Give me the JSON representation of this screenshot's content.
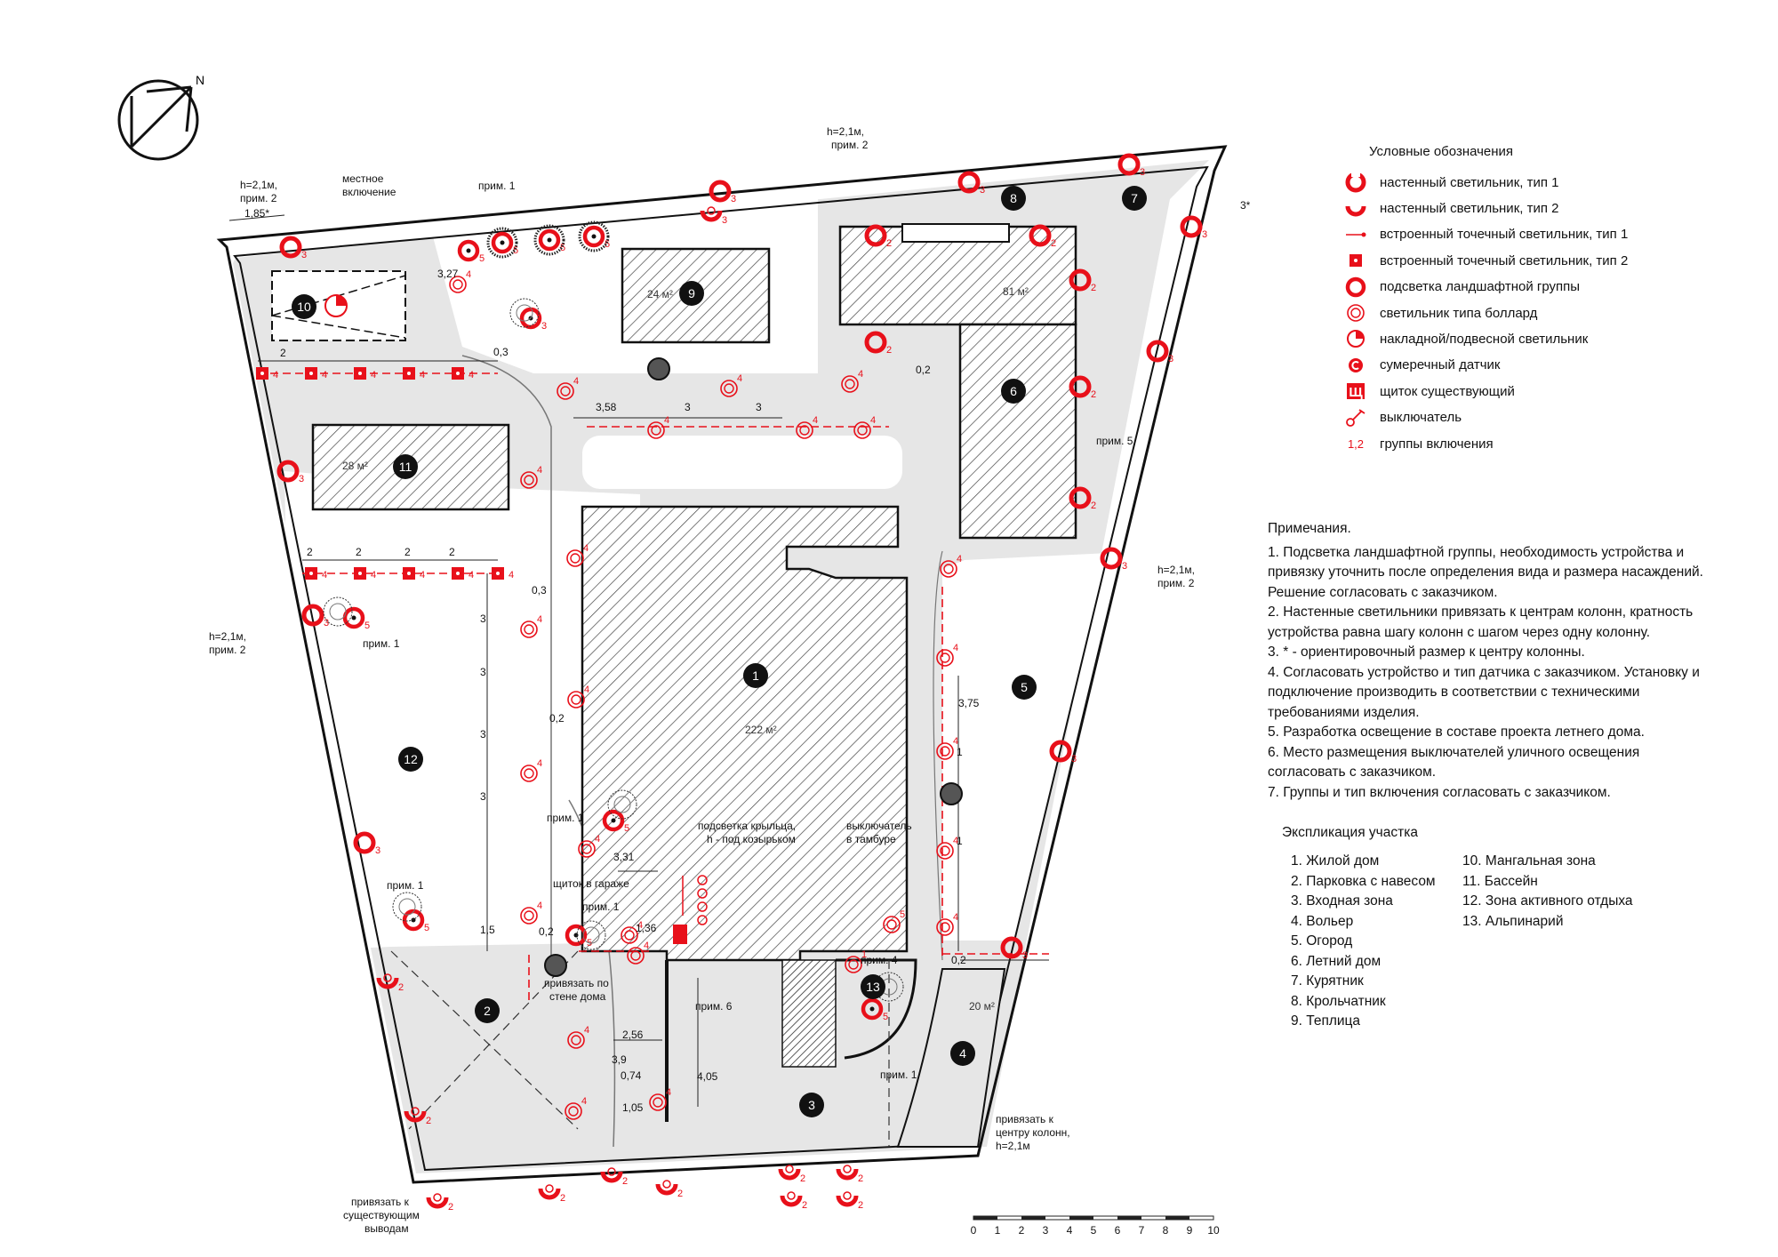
{
  "north": {
    "label": "N"
  },
  "zones": [
    {
      "num": "1",
      "area": "222 м²"
    },
    {
      "num": "2",
      "area": ""
    },
    {
      "num": "3",
      "area": ""
    },
    {
      "num": "4",
      "area": "20 м²"
    },
    {
      "num": "5",
      "area": ""
    },
    {
      "num": "6",
      "area": "81 м²"
    },
    {
      "num": "7",
      "area": ""
    },
    {
      "num": "8",
      "area": ""
    },
    {
      "num": "9",
      "area": "24 м²"
    },
    {
      "num": "10",
      "area": ""
    },
    {
      "num": "11",
      "area": "28 м²"
    },
    {
      "num": "12",
      "area": ""
    },
    {
      "num": "13",
      "area": ""
    }
  ],
  "callouts": {
    "h21_prim2": "h=2,1м,",
    "prim2": "прим. 2",
    "prim1": "прим. 1",
    "prim4": "прим. 4",
    "prim5": "прим. 5",
    "prim6": "прим. 6",
    "local_switch_1": "местное",
    "local_switch_2": "включение",
    "porch_1": "подсветка крыльца,",
    "porch_2": "h - под козырьком",
    "switch_1": "выключатель",
    "switch_2": "в тамбуре",
    "panel_garage": "щиток в гараже",
    "tie_wall_1": "привязать по",
    "tie_wall_2": "стене дома",
    "tie_col_1": "привязать к",
    "tie_col_2": "центру колонн,",
    "tie_col_3": "h=2,1м",
    "tie_exist_1": "привязать к",
    "tie_exist_2": "существующим",
    "tie_exist_3": "выводам",
    "h21m": "h=2,1м"
  },
  "dims": {
    "d185": "1,85*",
    "d327": "3,27",
    "d02": "0,2",
    "d03": "0,3",
    "d2": "2",
    "d3": "3",
    "d358": "3,58",
    "d375": "3,75",
    "d1": "1",
    "d15": "1,5",
    "d331": "3,31",
    "d136": "1,36",
    "d256": "2,56",
    "d39": "3,9",
    "d074": "0,74",
    "d105": "1,05",
    "d405": "4,05",
    "d3s": "3*"
  },
  "groups": [
    "1",
    "2",
    "3",
    "4",
    "5"
  ],
  "scale_ticks": [
    "0",
    "1",
    "2",
    "3",
    "4",
    "5",
    "6",
    "7",
    "8",
    "9",
    "10"
  ],
  "legend": {
    "title": "Условные обозначения",
    "items": [
      {
        "icon": "wall-light-type1-icon",
        "label": "настенный светильник, тип 1"
      },
      {
        "icon": "wall-light-type2-icon",
        "label": "настенный светильник, тип 2"
      },
      {
        "icon": "recessed-spot-type1-icon",
        "label": "встроенный точечный светильник, тип 1"
      },
      {
        "icon": "recessed-spot-type2-icon",
        "label": "встроенный точечный светильник, тип 2"
      },
      {
        "icon": "landscape-light-icon",
        "label": "подсветка ландшафтной группы"
      },
      {
        "icon": "bollard-light-icon",
        "label": "светильник типа боллард"
      },
      {
        "icon": "surface-pendant-light-icon",
        "label": "накладной/подвесной светильник"
      },
      {
        "icon": "dusk-sensor-icon",
        "label": "сумеречный датчик"
      },
      {
        "icon": "existing-panel-icon",
        "label": "щиток существующий"
      },
      {
        "icon": "switch-icon",
        "label": "выключатель"
      },
      {
        "icon": "switch-groups-icon",
        "label": "группы включения"
      }
    ],
    "panel_glyph": "Щ",
    "groups_glyph": "1,2"
  },
  "notes": {
    "title": "Примечания.",
    "lines": [
      "1. Подсветка ландшафтной группы, необходимость устройства и",
      "привязку уточнить после определения вида и размера насаждений.",
      "Решение согласовать с заказчиком.",
      "2. Настенные светильники привязать к центрам колонн, кратность",
      "устройства равна шагу колонн с шагом через одну колонну.",
      "3. * - ориентировочный размер к центру колонны.",
      "4. Согласовать устройство и тип датчика с заказчиком. Установку и",
      "подключение производить в соответствии с техническими",
      "требованиями изделия.",
      "5. Разработка освещение в составе проекта летнего дома.",
      "6. Место размещения выключателей уличного освещения",
      "согласовать с заказчиком.",
      "7. Группы и тип включения согласовать с заказчиком."
    ]
  },
  "explication": {
    "title": "Экспликация участка",
    "col1": [
      "1. Жилой дом",
      "2. Парковка с навесом",
      "3. Входная зона",
      "4. Вольер",
      "5. Огород",
      "6. Летний дом",
      "7. Курятник",
      "8. Крольчатник",
      "9. Теплица"
    ],
    "col2": [
      "10. Мангальная зона",
      "11. Бассейн",
      "12. Зона активного отдыха",
      "13. Альпинарий"
    ]
  },
  "colors": {
    "accent": "#e8101a",
    "dark": "#111111",
    "fill": "#e6e6e6"
  }
}
